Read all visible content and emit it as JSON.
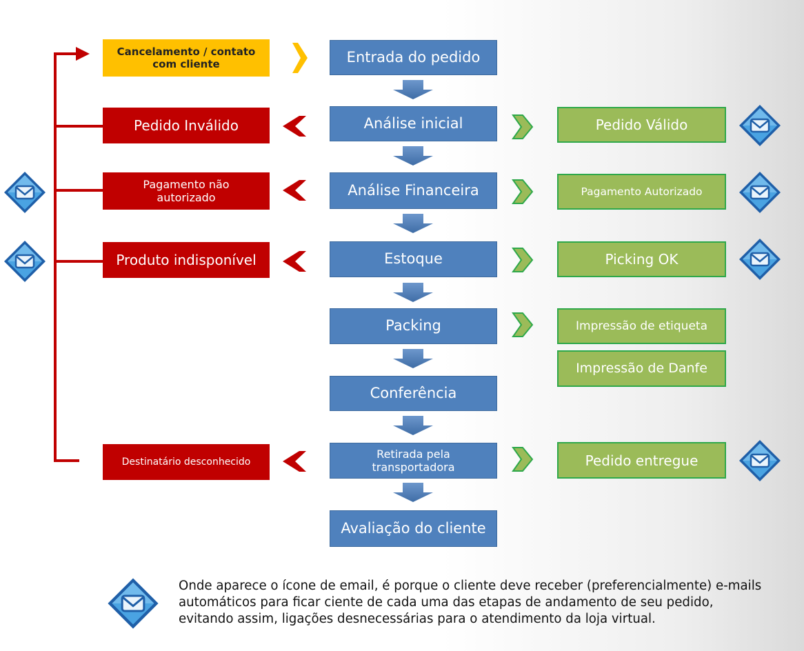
{
  "flow": {
    "entry": "Entrada do pedido",
    "initial_analysis": "Análise inicial",
    "financial_analysis": "Análise Financeira",
    "stock": "Estoque",
    "packing": "Packing",
    "check": "Conferência",
    "pickup_line1": "Retirada pela",
    "pickup_line2": "transportadora",
    "evaluation": "Avaliação do cliente"
  },
  "failures": {
    "cancel_line1": "Cancelamento / contato",
    "cancel_line2": "com cliente",
    "invalid_order": "Pedido Inválido",
    "payment_denied_line1": "Pagamento não",
    "payment_denied_line2": "autorizado",
    "product_unavailable": "Produto indisponível",
    "unknown_recipient": "Destinatário desconhecido"
  },
  "successes": {
    "valid_order": "Pedido Válido",
    "payment_authorized": "Pagamento Autorizado",
    "picking_ok": "Picking OK",
    "label_print": "Impressão de etiqueta",
    "danfe_print": "Impressão de Danfe",
    "delivered": "Pedido entregue"
  },
  "legend": {
    "icon": "email-icon",
    "text": "Onde aparece o ícone de email, é porque o cliente deve receber (preferencialmente) e-mails automáticos para ficar ciente de cada uma das etapas de andamento de seu pedido, evitando assim, ligações desnecessárias para o atendimento da loja virtual."
  },
  "colors": {
    "process": "#4f81bd",
    "failure": "#c00000",
    "success": "#9bbb59",
    "cancel": "#ffc000",
    "success_arrow": "#2ea84a"
  }
}
